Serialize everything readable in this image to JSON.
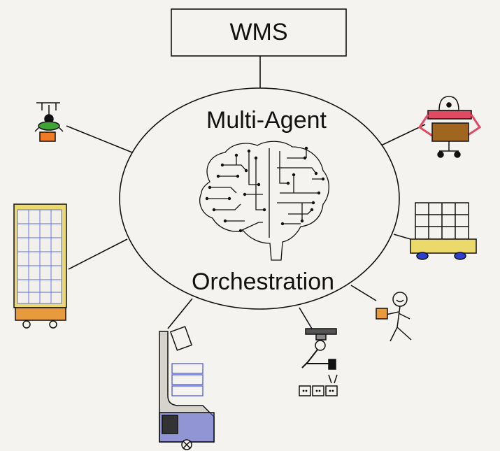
{
  "wms": {
    "label": "WMS"
  },
  "hub": {
    "title": "Multi-Agent",
    "subtitle": "Orchestration",
    "icon": "circuit-brain-icon"
  },
  "agents": [
    {
      "icon": "drone-icon"
    },
    {
      "icon": "mobile-manipulator-robot-icon"
    },
    {
      "icon": "storage-shelf-cart-icon"
    },
    {
      "icon": "autonomous-shelf-robot-icon"
    },
    {
      "icon": "human-picker-icon"
    },
    {
      "icon": "robotic-arm-icon"
    },
    {
      "icon": "goods-to-person-station-icon"
    }
  ],
  "colors": {
    "line": "#111111",
    "background": "#f4f3ef",
    "cart_yellow": "#ecd96c",
    "cart_orange": "#e89a3e",
    "wheel_blue": "#2c3fd0",
    "robot_red": "#e04b63",
    "box_brown": "#a0661f",
    "drone_green": "#3fa336",
    "drone_orange": "#f07b26",
    "grid_blue": "#5b6be3",
    "station_gray": "#d6d3cc",
    "station_blue": "#5a63d8"
  }
}
